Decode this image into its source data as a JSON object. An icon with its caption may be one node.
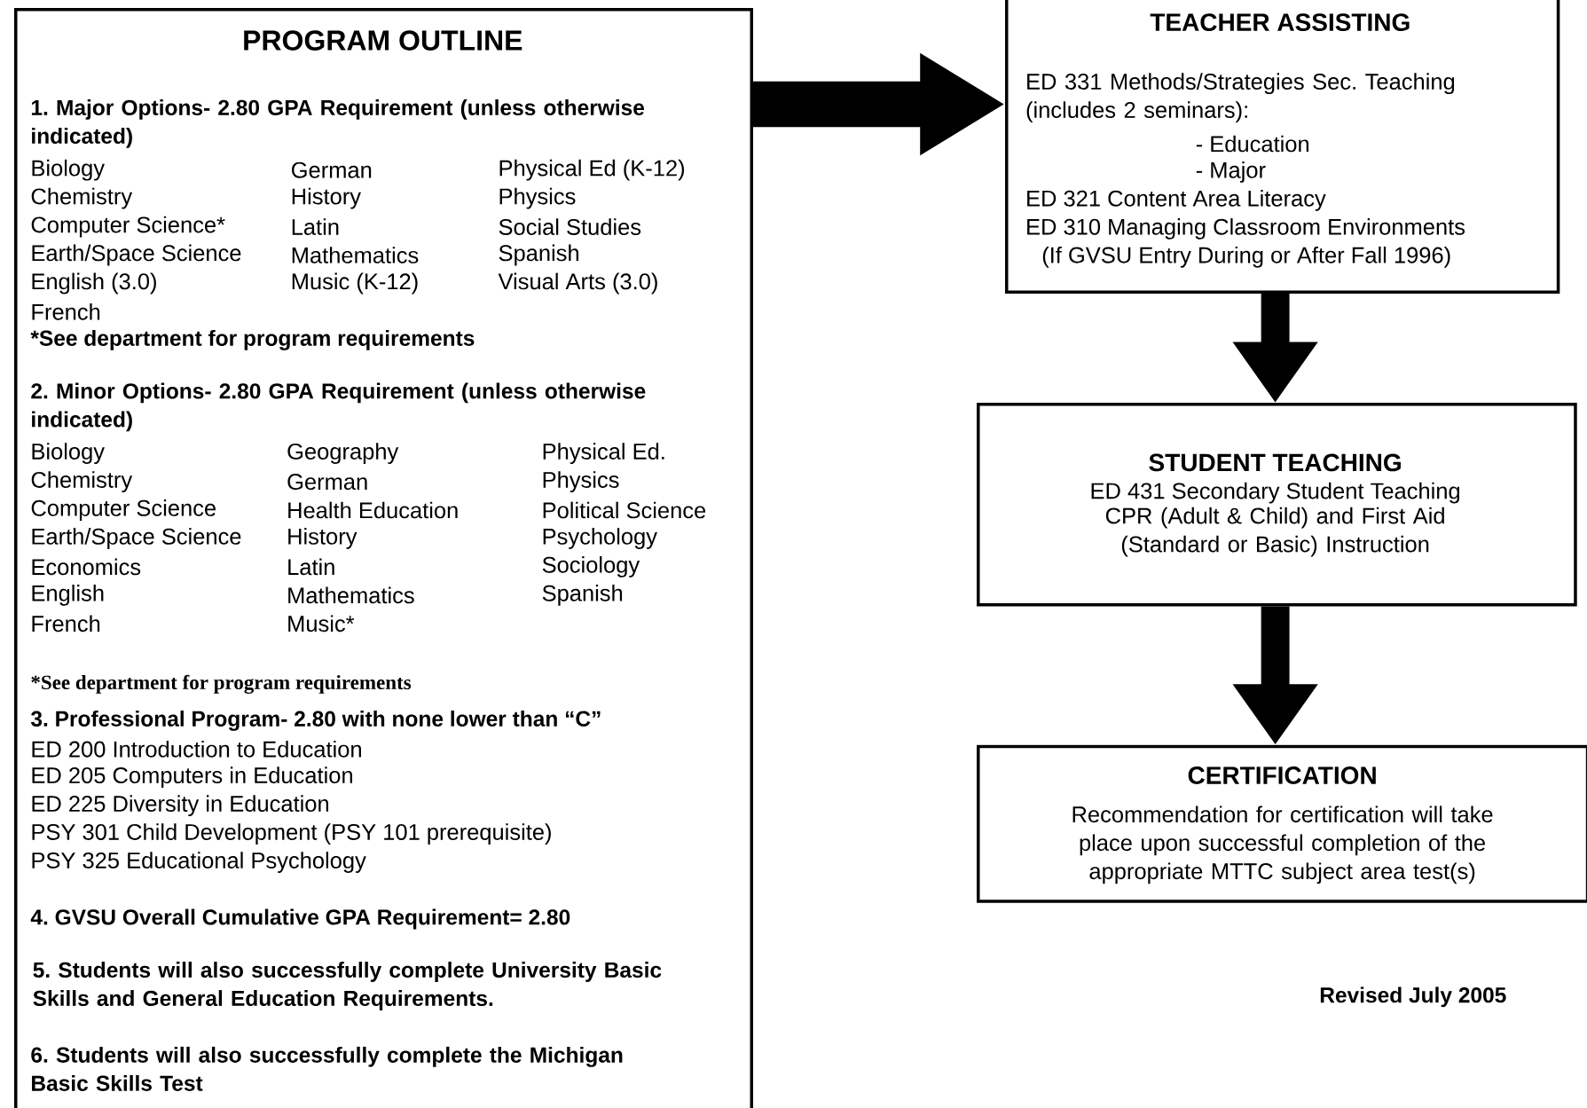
{
  "diagram": {
    "nodes": [
      {
        "text": [
          "PROGRAM OUTLINE",
          "1. Major Options- 2.80 GPA Requirement (unless otherwise indicated)",
          "Biology",
          "German",
          "Physical Ed (K-12)",
          "Chemistry",
          "History",
          "Physics",
          "Computer Science*",
          "Latin",
          "Social Studies",
          "Earth/Space Science",
          "Mathematics",
          "Spanish",
          "English (3.0)",
          "Music (K-12)",
          "Visual Arts (3.0)",
          "French",
          "*See department for program requirements",
          "2. Minor Options- 2.80 GPA Requirement (unless otherwise indicated)",
          "Biology",
          "Geography",
          "Physical Ed.",
          "Chemistry",
          "German",
          "Physics",
          "Computer Science",
          "Health Education",
          "Political Science",
          "Earth/Space Science",
          "History",
          "Psychology",
          "Economics",
          "Latin",
          "Sociology",
          "English",
          "Mathematics",
          "Spanish",
          "French",
          "Music*",
          "*See department for program requirements",
          "3. Professional Program- 2.80 with none lower than “C”",
          "ED 200 Introduction to Education",
          "ED 205 Computers in Education",
          "ED 225 Diversity in Education",
          "PSY 301 Child Development (PSY 101 prerequisite)",
          "PSY 325 Educational Psychology",
          "4. GVSU Overall Cumulative GPA Requirement= 2.80",
          "5. Students will also successfully complete University Basic Skills and General Education Requirements.",
          "6. Students will also successfully complete the Michigan Basic Skills Test"
        ]
      },
      {
        "text": [
          "TEACHER ASSISTING",
          "ED 331 Methods/Strategies Sec. Teaching (includes 2 seminars):",
          "- Education",
          "- Major",
          "ED 321 Content Area Literacy",
          "ED 310 Managing Classroom Environments",
          "(If GVSU Entry During or After Fall 1996)"
        ]
      },
      {
        "text": [
          "STUDENT TEACHING",
          "ED 431 Secondary Student Teaching",
          "CPR (Adult & Child) and First Aid (Standard or Basic) Instruction"
        ]
      },
      {
        "text": [
          "CERTIFICATION",
          "Recommendation for certification will take place upon successful completion of the appropriate MTTC subject area test(s)"
        ]
      }
    ],
    "edges": [
      {
        "from": 0,
        "to": 1,
        "arrow": "to"
      },
      {
        "from": 1,
        "to": 2,
        "arrow": "to"
      },
      {
        "from": 2,
        "to": 3,
        "arrow": "to"
      }
    ],
    "labels": [
      "Revised July 2005"
    ]
  }
}
